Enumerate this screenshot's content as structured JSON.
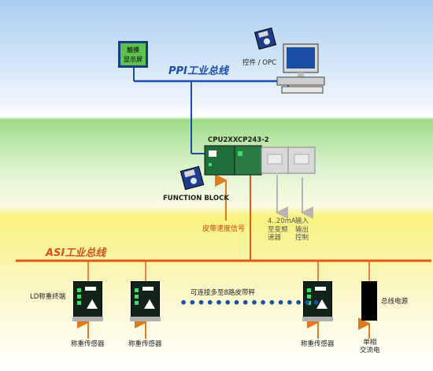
{
  "ppi_bus": {
    "label": "PPI工业总线",
    "color": "#1a4fa8"
  },
  "asi_bus": {
    "label": "ASI工业总线",
    "color": "#e05a1e"
  },
  "touch_screen": {
    "line1": "触摸",
    "line2": "显示屏"
  },
  "pc": {
    "label": "控件 / OPC"
  },
  "plc": {
    "cpu_label": "CPU2XX",
    "cp_label": "CP243-2"
  },
  "function_block": {
    "label": "FUNCTION BLOCK"
  },
  "belt_speed": {
    "label": "皮带速度信号"
  },
  "analog_out": {
    "line1": "4..20mA",
    "line2": "至变频",
    "line3": "速器"
  },
  "io_out": {
    "line1": "输入",
    "line2": "输出",
    "line3": "控制"
  },
  "ld_terminal": {
    "label": "LD称重终端"
  },
  "connect_note": {
    "label": "可连接多至8路皮带秤"
  },
  "sensors": [
    {
      "label": "称重传感器"
    },
    {
      "label": "称重传感器"
    },
    {
      "label": "称重传感器"
    }
  ],
  "power": {
    "label": "总线电源",
    "supply_line1": "单相",
    "supply_line2": "交流电"
  },
  "colors": {
    "module_green": "#1f6e3a",
    "io_grey": "#d8d8d8",
    "arrow_orange": "#e07a1e"
  }
}
